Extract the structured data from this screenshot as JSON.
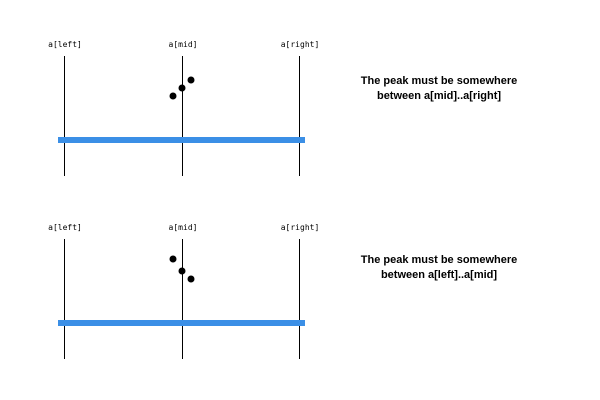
{
  "panels": [
    {
      "labels": {
        "left": "a[left]",
        "mid": "a[mid]",
        "right": "a[right]"
      },
      "caption_line1": "The peak must be somewhere",
      "caption_line2": "between a[mid]..a[right]"
    },
    {
      "labels": {
        "left": "a[left]",
        "mid": "a[mid]",
        "right": "a[right]"
      },
      "caption_line1": "The peak must be somewhere",
      "caption_line2": "between a[left]..a[mid]"
    }
  ],
  "colors": {
    "bar": "#3b8fe6",
    "line": "#000000",
    "dot": "#000000"
  }
}
